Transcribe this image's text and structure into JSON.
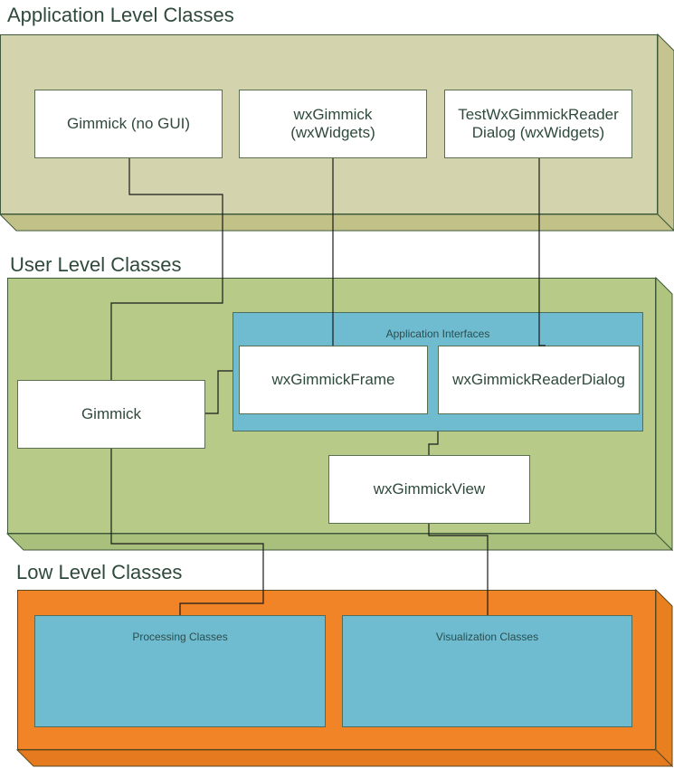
{
  "colors": {
    "application_layer": "#d3d4ae",
    "application_layer_depth": "#c2c188",
    "user_layer": "#b7ca88",
    "user_layer_depth": "#a9bf7c",
    "low_layer": "#f08426",
    "low_layer_depth": "#e57a1f",
    "group_fill": "#6fbcd1",
    "box_fill": "#ffffff",
    "text": "#2f4a3c",
    "connector": "#1a1a1a"
  },
  "layers": {
    "application": {
      "title": "Application Level Classes",
      "boxes": [
        {
          "label": "Gimmick (no GUI)"
        },
        {
          "label": "wxGimmick (wxWidgets)"
        },
        {
          "label": "TestWxGimmickReader Dialog (wxWidgets)"
        }
      ]
    },
    "user": {
      "title": "User Level Classes",
      "gimmick": "Gimmick",
      "interfaces_group": {
        "label": "Application Interfaces",
        "boxes": [
          {
            "label": "wxGimmickFrame"
          },
          {
            "label": "wxGimmickReaderDialog"
          }
        ]
      },
      "view": "wxGimmickView"
    },
    "low": {
      "title": "Low Level Classes",
      "groups": [
        {
          "label": "Processing Classes"
        },
        {
          "label": "Visualization Classes"
        }
      ]
    }
  },
  "connections": [
    {
      "from": "Gimmick (no GUI)",
      "to": "Gimmick"
    },
    {
      "from": "wxGimmick (wxWidgets)",
      "to": "wxGimmickFrame"
    },
    {
      "from": "TestWxGimmickReader Dialog (wxWidgets)",
      "to": "wxGimmickReaderDialog"
    },
    {
      "from": "Gimmick",
      "to": "Application Interfaces"
    },
    {
      "from": "Application Interfaces",
      "to": "wxGimmickView"
    },
    {
      "from": "Gimmick",
      "to": "Processing Classes"
    },
    {
      "from": "wxGimmickView",
      "to": "Visualization Classes"
    }
  ]
}
